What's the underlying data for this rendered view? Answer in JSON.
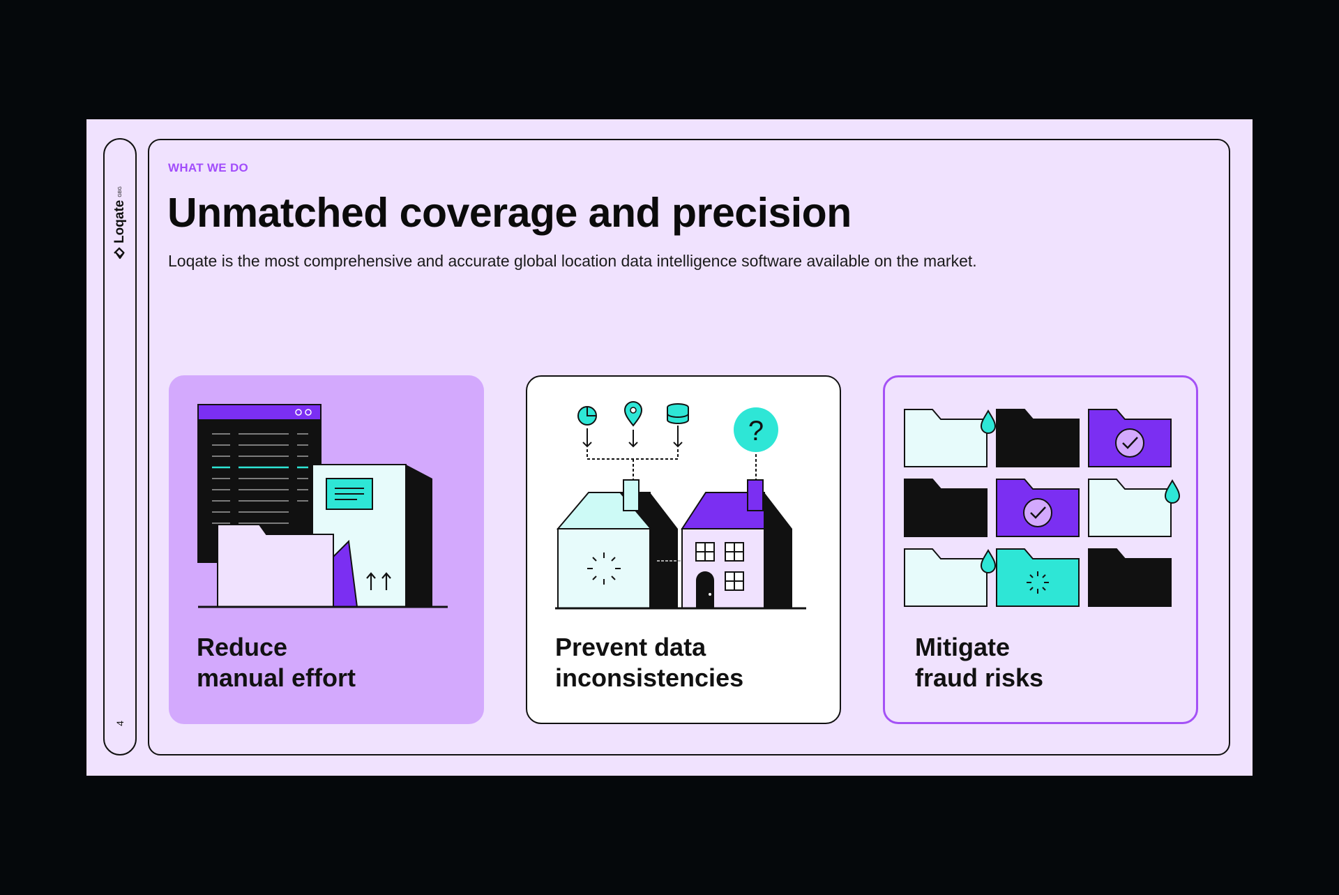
{
  "brand": {
    "name": "Loqate",
    "sub": "GBG"
  },
  "page_number": "4",
  "eyebrow": "WHAT WE DO",
  "title": "Unmatched coverage and precision",
  "subtitle": "Loqate is the most comprehensive and accurate global location data intelligence software available on the market.",
  "cards": [
    {
      "line1": "Reduce",
      "line2": "manual effort"
    },
    {
      "line1": "Prevent data",
      "line2": "inconsistencies"
    },
    {
      "line1": "Mitigate",
      "line2": "fraud risks"
    }
  ],
  "colors": {
    "background": "#05080b",
    "slide": "#f0e2fe",
    "accent_purple": "#7b2ff2",
    "card_lilac": "#d3a9fd",
    "teal": "#2ee6d6",
    "eyebrow": "#a24dfb"
  },
  "icons": [
    "loqate-logo-icon",
    "documents-illustration",
    "houses-illustration",
    "folders-illustration"
  ]
}
